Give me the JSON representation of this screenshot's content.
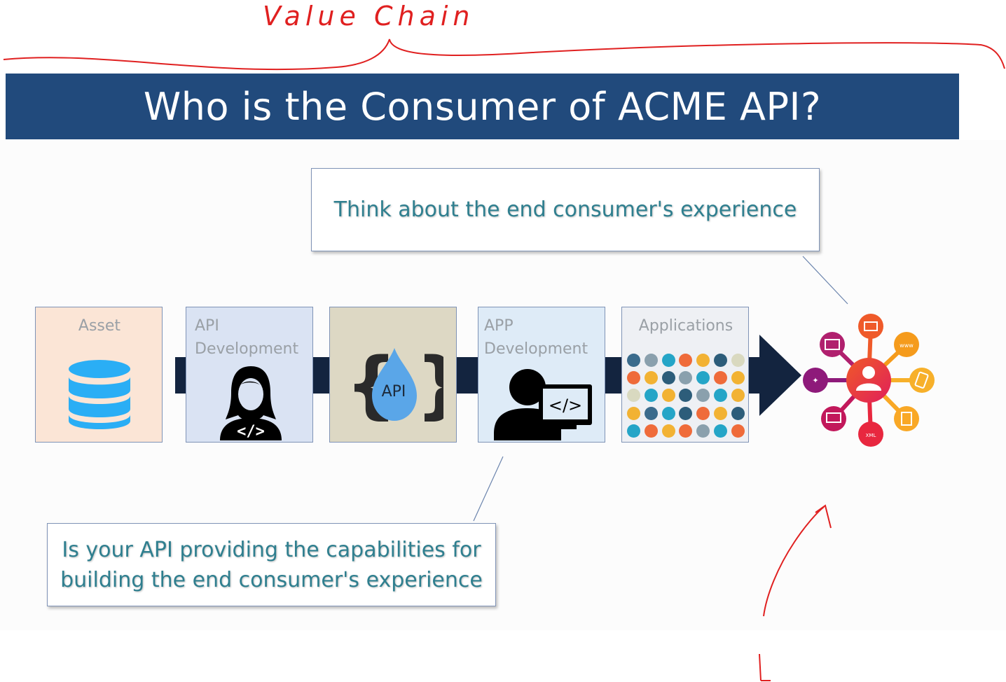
{
  "annotation": {
    "handwriting": "Value Chain"
  },
  "slide": {
    "title": "Who is the Consumer of ACME API?",
    "callout_top": "Think about the end consumer's experience",
    "callout_bottom_line1": "Is your API providing the capabilities for",
    "callout_bottom_line2": "building the end consumer's experience"
  },
  "stages": [
    {
      "label": "Asset",
      "icon": "database-icon"
    },
    {
      "label_line1": "API",
      "label_line2": "Development",
      "icon": "developer-woman-icon"
    },
    {
      "label": "API",
      "icon": "api-drop-icon"
    },
    {
      "label_line1": "APP",
      "label_line2": "Development",
      "icon": "developer-screen-icon"
    },
    {
      "label": "Applications",
      "icon": "app-icons-grid"
    }
  ],
  "consumer_hub": {
    "icon": "consumer-hub-icon",
    "node_labels": [
      "www",
      "XML"
    ]
  },
  "colors": {
    "title_bar": "#214a7c",
    "callout_text": "#2f7f8f",
    "flow_band": "#13243f",
    "annotation_ink": "#e02020"
  },
  "app_colors": [
    "#3a6b8c",
    "#8aa0ad",
    "#25a5c7",
    "#ef6b3a",
    "#f2b233",
    "#2d5d7a",
    "#d9d9c0",
    "#ef6b3a",
    "#f2b233",
    "#2d5d7a",
    "#8aa0ad",
    "#25a5c7",
    "#ef6b3a",
    "#f2b233",
    "#d9d9c0",
    "#25a5c7",
    "#f2b233",
    "#2d5d7a",
    "#8aa0ad",
    "#25a5c7",
    "#f2b233",
    "#f2b233",
    "#3a6b8c",
    "#25a5c7",
    "#2d5d7a",
    "#ef6b3a",
    "#f2b233",
    "#2d5d7a",
    "#25a5c7",
    "#ef6b3a",
    "#f2b233",
    "#ef6b3a",
    "#8aa0ad",
    "#25a5c7",
    "#ef6b3a"
  ]
}
